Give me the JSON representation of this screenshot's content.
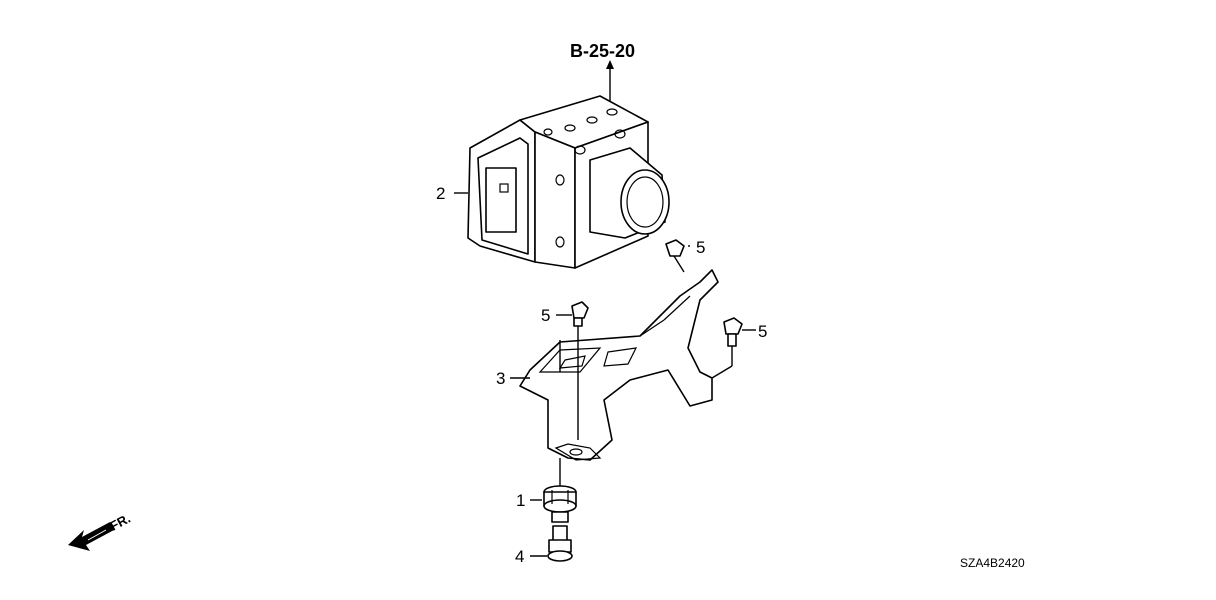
{
  "reference": "B-25-20",
  "callouts": [
    {
      "id": "c1",
      "text": "1"
    },
    {
      "id": "c2",
      "text": "2"
    },
    {
      "id": "c3",
      "text": "3"
    },
    {
      "id": "c4",
      "text": "4"
    },
    {
      "id": "c5a",
      "text": "5"
    },
    {
      "id": "c5b",
      "text": "5"
    },
    {
      "id": "c5c",
      "text": "5"
    }
  ],
  "direction_label": "FR.",
  "diagram_code": "SZA4B2420"
}
